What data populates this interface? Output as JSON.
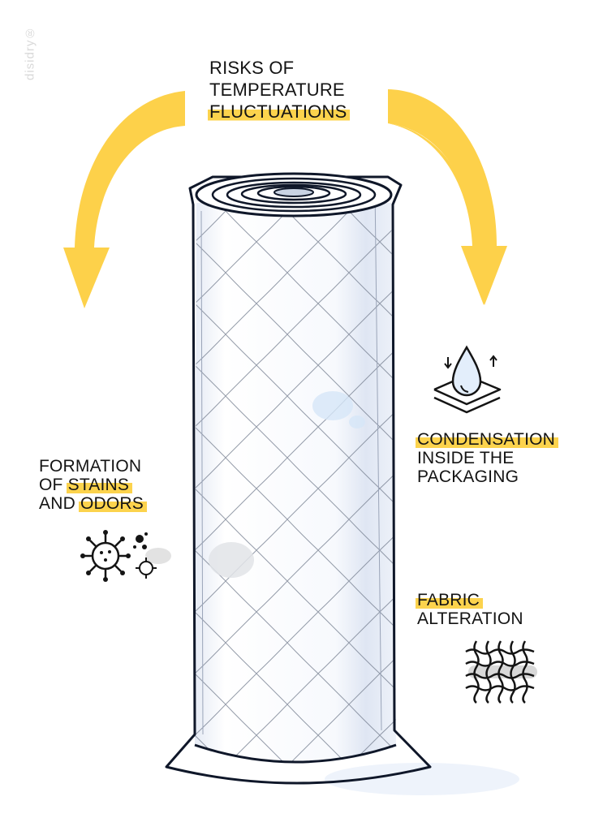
{
  "brand": {
    "name": "disidry",
    "mark": "®"
  },
  "title": {
    "lines": [
      "RISKS OF",
      "TEMPERATURE"
    ],
    "highlight": "FLUCTUATIONS"
  },
  "labels": {
    "condensation": {
      "highlight": "CONDENSATION",
      "lines": [
        "INSIDE THE",
        "PACKAGING"
      ],
      "icon": "water-drop-layers-icon"
    },
    "stains": {
      "line1": "FORMATION",
      "line2_prefix": "OF ",
      "line2_highlight": "STAINS",
      "line3_prefix": "AND ",
      "line3_highlight": "ODORS",
      "icon": "virus-mold-icon"
    },
    "fabric": {
      "highlight": "FABRIC",
      "lines": [
        "ALTERATION"
      ],
      "icon": "woven-fabric-icon"
    }
  },
  "colors": {
    "accent": "#fcd34d",
    "arrow": "#fdd14a",
    "ink": "#141414",
    "outline": "#0f1729",
    "watermark": "#d9d9d9"
  }
}
